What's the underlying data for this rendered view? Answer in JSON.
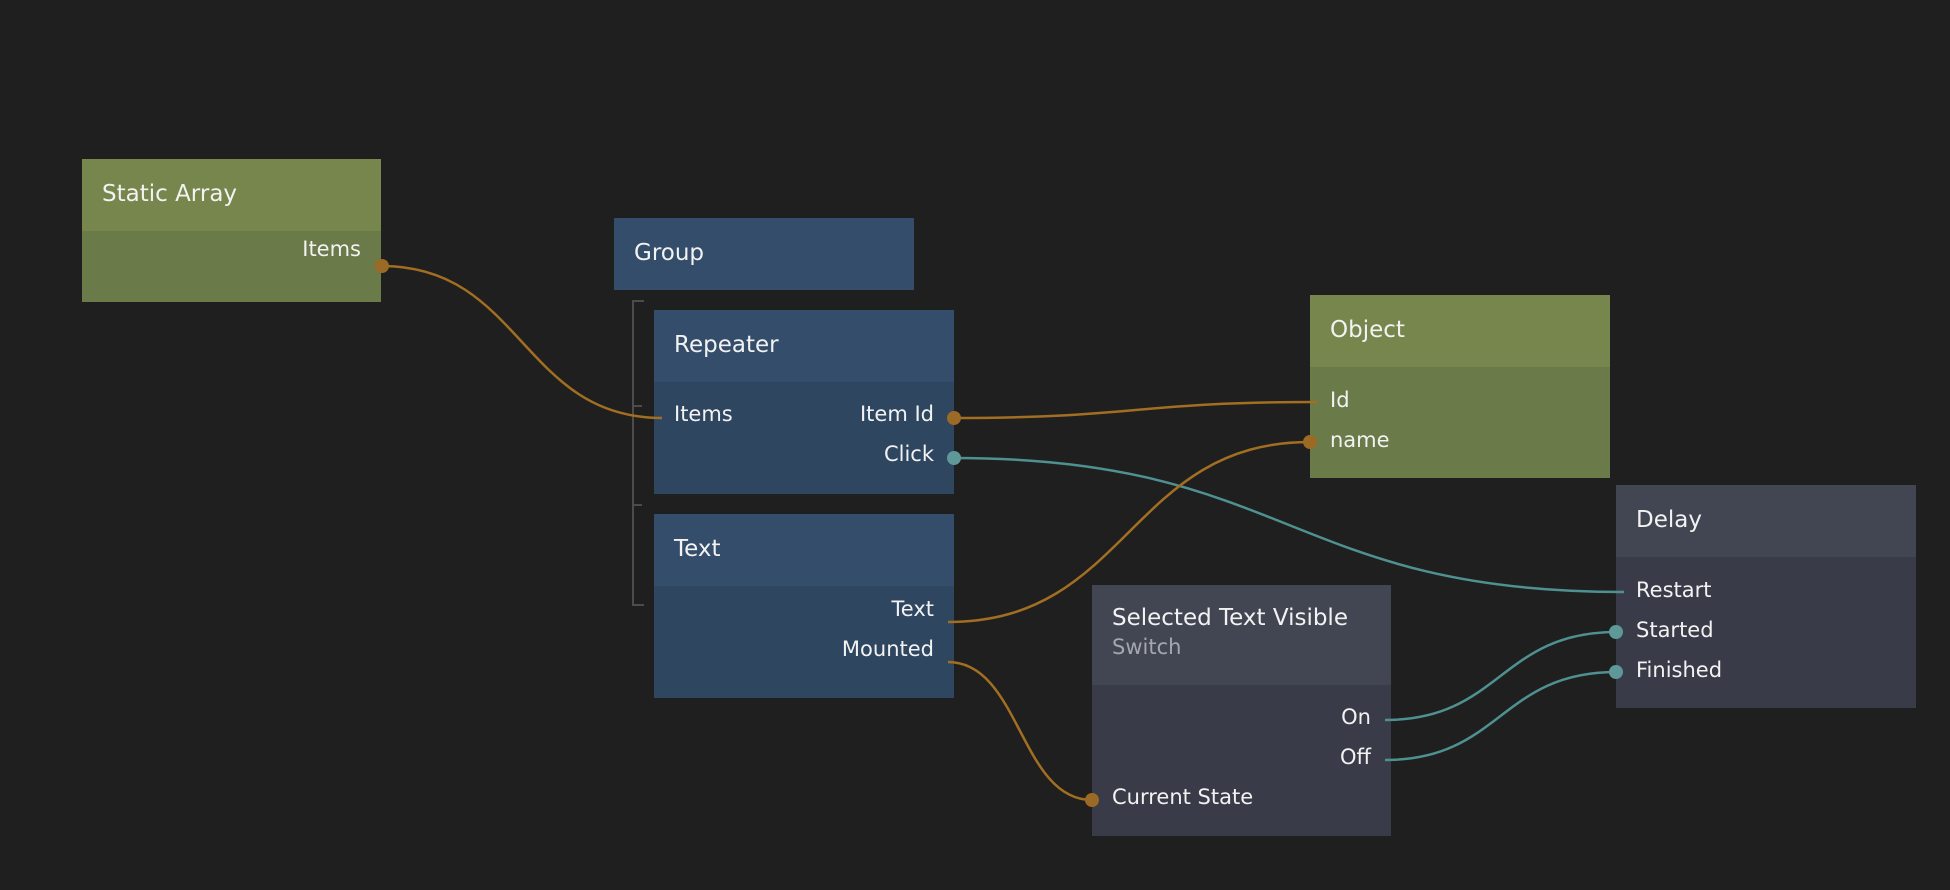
{
  "colors": {
    "background": "#1f1f1f",
    "data_wire": "#a16e22",
    "signal_wire": "#4f9191",
    "data_port": "#9b6a24",
    "signal_port": "#5e9898"
  },
  "nodes": {
    "static_array": {
      "title": "Static Array",
      "ports": {
        "items": "Items"
      }
    },
    "group": {
      "title": "Group"
    },
    "repeater": {
      "title": "Repeater",
      "ports": {
        "items": "Items",
        "item_id": "Item Id",
        "click": "Click"
      }
    },
    "text": {
      "title": "Text",
      "ports": {
        "text": "Text",
        "mounted": "Mounted"
      }
    },
    "object": {
      "title": "Object",
      "ports": {
        "id": "Id",
        "name": "name"
      }
    },
    "delay": {
      "title": "Delay",
      "ports": {
        "restart": "Restart",
        "started": "Started",
        "finished": "Finished"
      }
    },
    "switch": {
      "title": "Selected Text Visible",
      "subtitle": "Switch",
      "ports": {
        "on": "On",
        "off": "Off",
        "current_state": "Current State"
      }
    }
  },
  "connections": [
    {
      "from": "static_array.items",
      "to": "repeater.items",
      "kind": "data"
    },
    {
      "from": "repeater.item_id",
      "to": "object.id",
      "kind": "data"
    },
    {
      "from": "repeater.click",
      "to": "delay.restart",
      "kind": "signal"
    },
    {
      "from": "object.name",
      "to": "text.text",
      "kind": "data"
    },
    {
      "from": "switch.current_state",
      "to": "text.mounted",
      "kind": "data"
    },
    {
      "from": "delay.started",
      "to": "switch.on",
      "kind": "signal"
    },
    {
      "from": "delay.finished",
      "to": "switch.off",
      "kind": "signal"
    }
  ]
}
